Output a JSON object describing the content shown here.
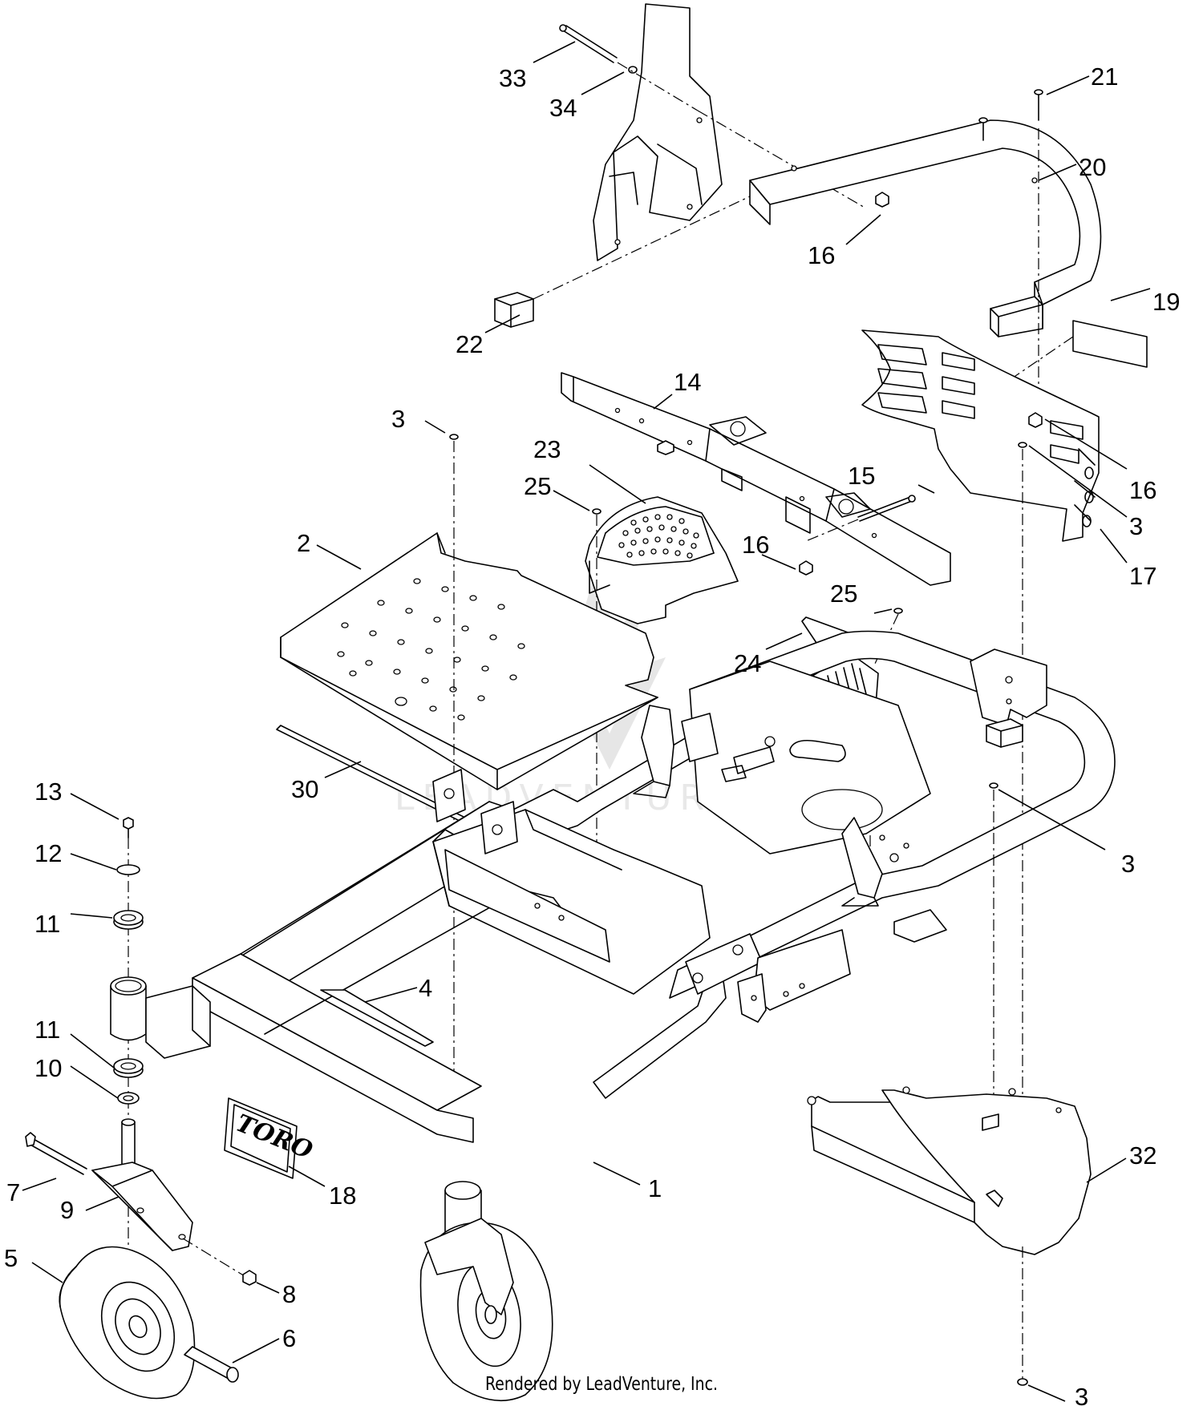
{
  "diagram": {
    "callouts": [
      {
        "id": "33",
        "label": "33"
      },
      {
        "id": "34",
        "label": "34"
      },
      {
        "id": "21",
        "label": "21"
      },
      {
        "id": "20",
        "label": "20"
      },
      {
        "id": "16a",
        "label": "16"
      },
      {
        "id": "22",
        "label": "22"
      },
      {
        "id": "19",
        "label": "19"
      },
      {
        "id": "14",
        "label": "14"
      },
      {
        "id": "3a",
        "label": "3"
      },
      {
        "id": "23",
        "label": "23"
      },
      {
        "id": "25a",
        "label": "25"
      },
      {
        "id": "15",
        "label": "15"
      },
      {
        "id": "16b",
        "label": "16"
      },
      {
        "id": "3b",
        "label": "3"
      },
      {
        "id": "2",
        "label": "2"
      },
      {
        "id": "16c",
        "label": "16"
      },
      {
        "id": "17",
        "label": "17"
      },
      {
        "id": "25b",
        "label": "25"
      },
      {
        "id": "24",
        "label": "24"
      },
      {
        "id": "30",
        "label": "30"
      },
      {
        "id": "13",
        "label": "13"
      },
      {
        "id": "3c",
        "label": "3"
      },
      {
        "id": "12",
        "label": "12"
      },
      {
        "id": "11a",
        "label": "11"
      },
      {
        "id": "4",
        "label": "4"
      },
      {
        "id": "11b",
        "label": "11"
      },
      {
        "id": "10",
        "label": "10"
      },
      {
        "id": "1",
        "label": "1"
      },
      {
        "id": "32",
        "label": "32"
      },
      {
        "id": "18",
        "label": "18"
      },
      {
        "id": "7",
        "label": "7"
      },
      {
        "id": "9",
        "label": "9"
      },
      {
        "id": "5",
        "label": "5"
      },
      {
        "id": "8",
        "label": "8"
      },
      {
        "id": "6",
        "label": "6"
      },
      {
        "id": "3d",
        "label": "3"
      }
    ],
    "logo_text": "TORO",
    "watermark_text": "LEADVENTURE"
  },
  "footer": {
    "text": "Rendered by LeadVenture, Inc."
  }
}
